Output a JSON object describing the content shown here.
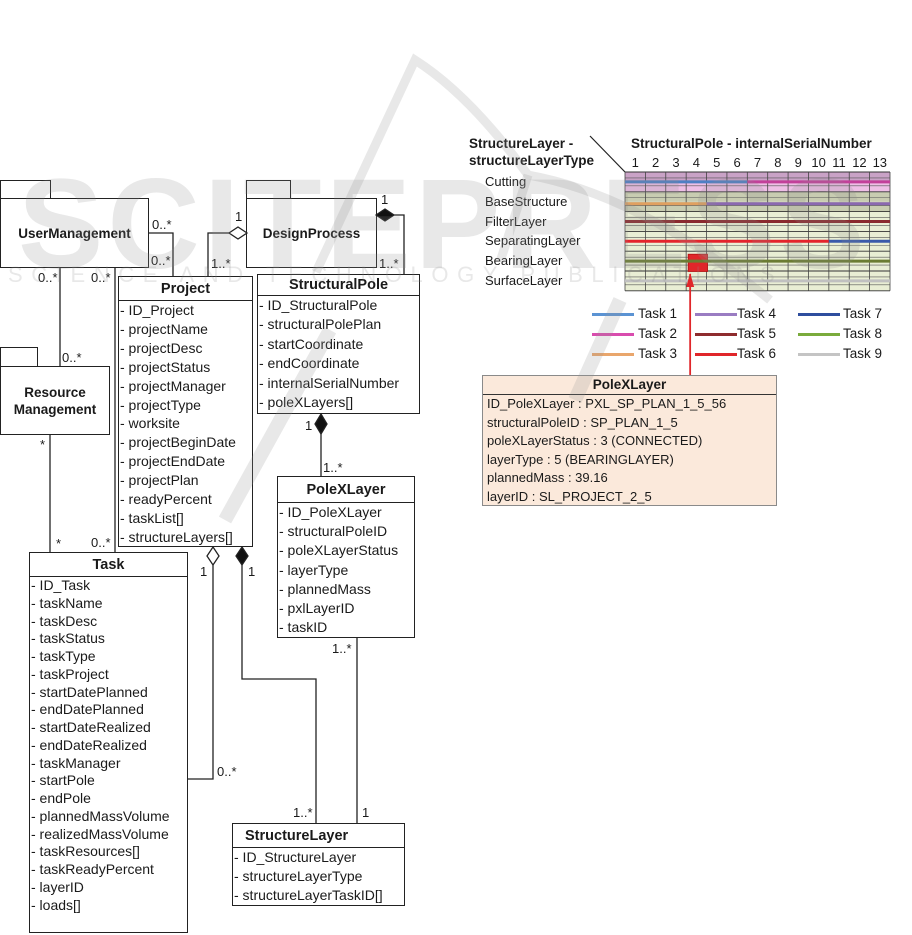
{
  "packages": {
    "user_management": {
      "label": "UserManagement"
    },
    "design_process": {
      "label": "DesignProcess"
    },
    "resource_management": {
      "label_line1": "Resource",
      "label_line2": "Management"
    }
  },
  "classes": {
    "project": {
      "name": "Project",
      "attributes": [
        "- ID_Project",
        "- projectName",
        "- projectDesc",
        "- projectStatus",
        "- projectManager",
        "- projectType",
        "- worksite",
        "- projectBeginDate",
        "- projectEndDate",
        "- projectPlan",
        "- readyPercent",
        "- taskList[]",
        "- structureLayers[]"
      ]
    },
    "structural_pole": {
      "name": "StructuralPole",
      "attributes": [
        "- ID_StructuralPole",
        "- structuralPolePlan",
        "- startCoordinate",
        "- endCoordinate",
        "- internalSerialNumber",
        "- poleXLayers[]"
      ]
    },
    "pole_x_layer": {
      "name": "PoleXLayer",
      "attributes": [
        "- ID_PoleXLayer",
        "- structuralPoleID",
        "- poleXLayerStatus",
        "- layerType",
        "- plannedMass",
        "- pxlLayerID",
        "- taskID"
      ]
    },
    "task": {
      "name": "Task",
      "attributes": [
        "- ID_Task",
        "- taskName",
        "- taskDesc",
        "- taskStatus",
        "- taskType",
        "- taskProject",
        "- startDatePlanned",
        "- endDatePlanned",
        "- startDateRealized",
        "- endDateRealized",
        "- taskManager",
        "- startPole",
        "- endPole",
        "- plannedMassVolume",
        "- realizedMassVolume",
        "- taskResources[]",
        "- taskReadyPercent",
        "- layerID",
        "- loads[]"
      ]
    },
    "structure_layer": {
      "name": "StructureLayer",
      "attributes": [
        "- ID_StructureLayer",
        "- structureLayerType",
        "- structureLayerTaskID[]"
      ]
    }
  },
  "multiplicities": {
    "um_project_um": "0..*",
    "um_project_project": "0..*",
    "dp_project_dp": "1",
    "dp_project_project": "1..*",
    "dp_sp_dp": "1",
    "dp_sp_sp": "1..*",
    "um_rm_um": "0..*",
    "um_task_um": "0..*",
    "um_rm_rm": "0..*",
    "rm_task_rm": "*",
    "rm_task_task": "*",
    "um_task_task": "0..*",
    "project_task_project": "1",
    "project_task_task": "0..*",
    "project_sl_project": "1",
    "project_sl_sl": "1..*",
    "sp_pxl_sp": "1",
    "sp_pxl_pxl": "1..*",
    "pxl_sl_pxl": "1..*",
    "pxl_sl_sl": "1"
  },
  "chart": {
    "corner_title_line1": "StructureLayer -",
    "corner_title_line2": "structureLayerType",
    "column_title": "StructuralPole - internalSerialNumber",
    "columns": [
      "1",
      "2",
      "3",
      "4",
      "5",
      "6",
      "7",
      "8",
      "9",
      "10",
      "11",
      "12",
      "13"
    ],
    "rows": [
      {
        "label": "Cutting",
        "band_top": "#c9a2c6",
        "band_bottom": "#eebfe6"
      },
      {
        "label": "BaseStructure",
        "band_top": "#c8ccb1",
        "band_bottom": "#c8ccb1"
      },
      {
        "label": "FilterLayer",
        "band_top": "#e9eed4",
        "band_bottom": "#e9eed4"
      },
      {
        "label": "SeparatingLayer",
        "band_top": "#e9eed4",
        "band_bottom": "#e9eed4"
      },
      {
        "label": "BearingLayer",
        "band_top": "#e9eed4",
        "band_bottom": "#e9eed4"
      },
      {
        "label": "SurfaceLayer",
        "band_top": "#e9eed4",
        "band_bottom": "#e9eed4"
      }
    ],
    "assignments": [
      {
        "row": 0,
        "task": "Task 1",
        "from_column": 1,
        "to_column": 6
      },
      {
        "row": 0,
        "task": "Task 2",
        "from_column": 7,
        "to_column": 13
      },
      {
        "row": 1,
        "task": "Task 3",
        "from_column": 1,
        "to_column": 4
      },
      {
        "row": 1,
        "task": "Task 4",
        "from_column": 5,
        "to_column": 13
      },
      {
        "row": 2,
        "task": "Task 5",
        "from_column": 1,
        "to_column": 13
      },
      {
        "row": 3,
        "task": "Task 6",
        "from_column": 1,
        "to_column": 10
      },
      {
        "row": 3,
        "task": "Task 7",
        "from_column": 11,
        "to_column": 13
      },
      {
        "row": 4,
        "task": "Task 8",
        "from_column": 1,
        "to_column": 13
      },
      {
        "row": 5,
        "task": "Task 9",
        "from_column": 1,
        "to_column": 13
      }
    ],
    "selected_cell": {
      "row": 4,
      "column": 4,
      "color": "#e0262a"
    },
    "legend": [
      {
        "label": "Task 1",
        "color": "#5b93d3",
        "grid_color": "#4f7fc4"
      },
      {
        "label": "Task 2",
        "color": "#d94cae",
        "grid_color": "#c2409a"
      },
      {
        "label": "Task 3",
        "color": "#e9a66c",
        "grid_color": "#e0a060"
      },
      {
        "label": "Task 4",
        "color": "#9a7cc2",
        "grid_color": "#8a68b0"
      },
      {
        "label": "Task 5",
        "color": "#8e2c2e",
        "grid_color": "#8a2a2e"
      },
      {
        "label": "Task 6",
        "color": "#e0262a",
        "grid_color": "#e4242c"
      },
      {
        "label": "Task 7",
        "color": "#2f4e9e",
        "grid_color": "#3a5aaa"
      },
      {
        "label": "Task 8",
        "color": "#7aab3c",
        "grid_color": "#6b7c32"
      },
      {
        "label": "Task 9",
        "color": "#c4c4c4",
        "grid_color": "#c0c0c0"
      }
    ]
  },
  "detail": {
    "title": "PoleXLayer",
    "rows": [
      "ID_PoleXLayer : PXL_SP_PLAN_1_5_56",
      "structuralPoleID : SP_PLAN_1_5",
      "poleXLayerStatus : 3 (CONNECTED)",
      "layerType : 5 (BEARINGLAYER)",
      "plannedMass : 39.16",
      "layerID : SL_PROJECT_2_5"
    ]
  },
  "watermark": {
    "brand": "SCITEPRESS",
    "tagline": "SCIENCE AND TECHNOLOGY PUBLICATIONS"
  }
}
